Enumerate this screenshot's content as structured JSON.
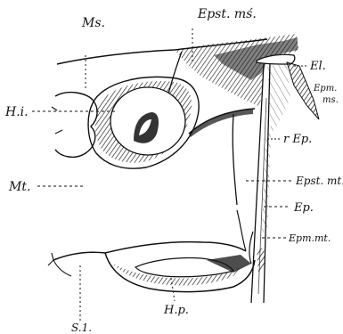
{
  "figure": {
    "labels": {
      "ms": "Ms.",
      "epst_ms": "Epst. mś.",
      "el": "El.",
      "epm_ms_1": "Epm.",
      "epm_ms_2": "ms.",
      "hi": "H.i.",
      "r_ep": "r Ep.",
      "epst_mt": "Epst. mt.",
      "mt": "Mt.",
      "ep": "Ep.",
      "epm_mt": "Epm.mt.",
      "hp": "H.p.",
      "s1": "S.1."
    },
    "colors": {
      "ink": "#111111",
      "paper": "#ffffff"
    }
  }
}
